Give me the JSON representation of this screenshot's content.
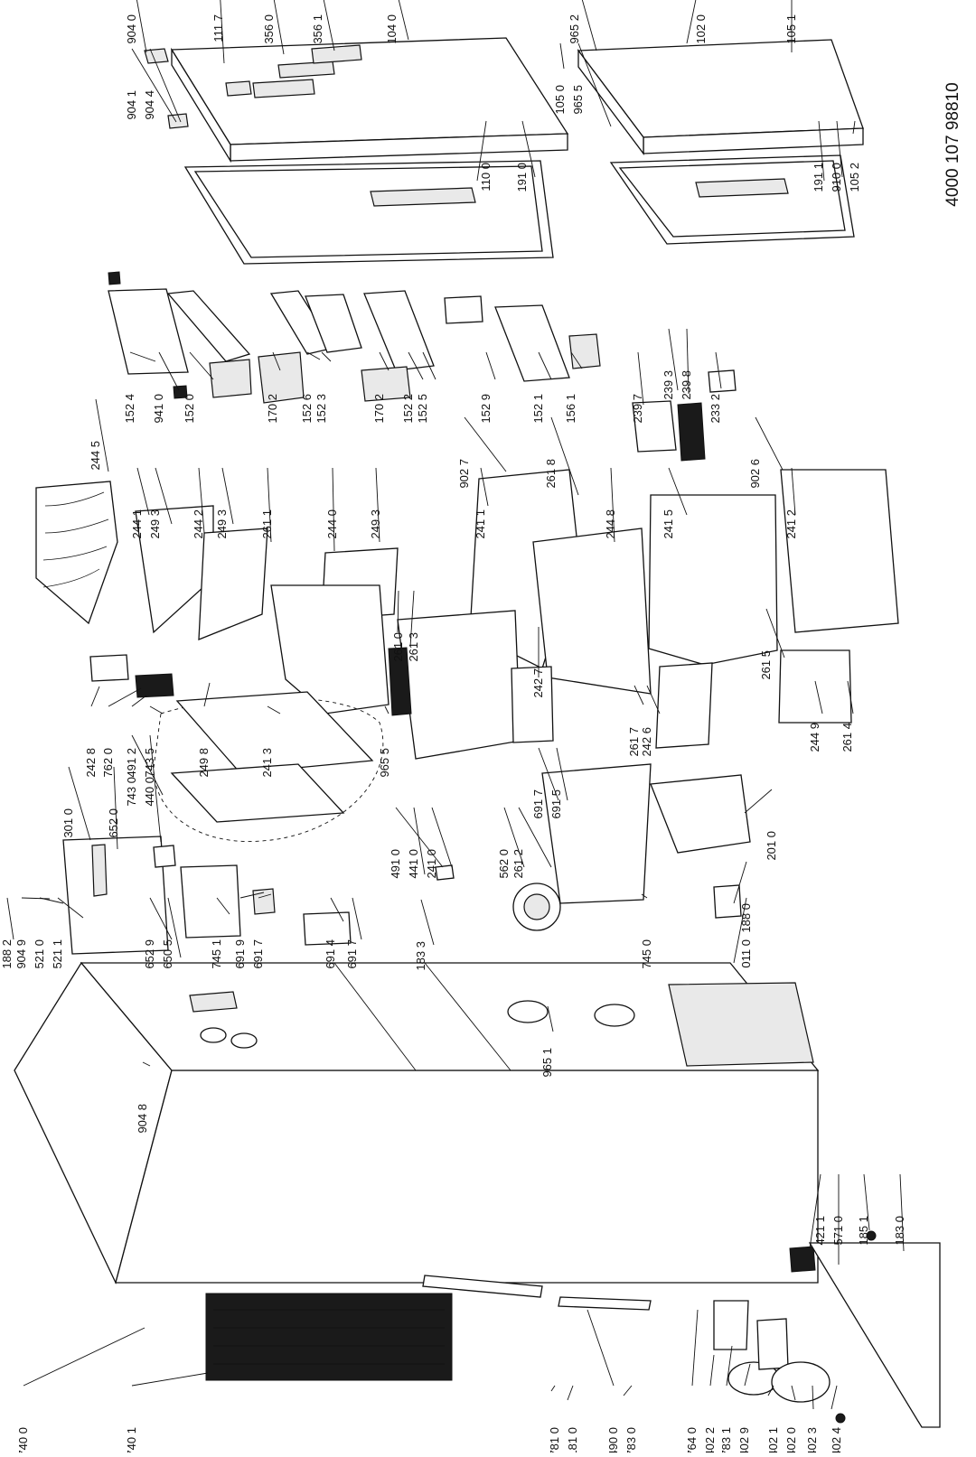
{
  "document_number": "4000 107 98810",
  "labels": [
    "740 0",
    "740 1",
    "781 0",
    "181 0",
    "490 0",
    "783 0",
    "764 0",
    "402 2",
    "783 1",
    "402 9",
    "402 1",
    "402 0",
    "402 3",
    "402 4",
    "421 1",
    "571 0",
    "185 1",
    "183 0",
    "188 2",
    "904 9",
    "521 0",
    "521 1",
    "652 9",
    "650 5",
    "301 0",
    "652 0",
    "743 0",
    "440 0",
    "745 1",
    "691 9",
    "691 7",
    "691 4",
    "691 7",
    "904 8",
    "183 3",
    "965 1",
    "011 0",
    "188 0",
    "491 0",
    "441 0",
    "241 0",
    "562 0",
    "261 2",
    "745 0",
    "691 7",
    "691 5",
    "201 0",
    "242 8",
    "762 0",
    "491 2",
    "743 5",
    "249 8",
    "241 3",
    "965 5",
    "261 0",
    "261 3",
    "244 5",
    "244 1",
    "249 3",
    "244 2",
    "249 3",
    "261 1",
    "244 0",
    "249 3",
    "241 1",
    "902 7",
    "261 8",
    "244 8",
    "242 7",
    "261 7",
    "242 6",
    "241 5",
    "902 6",
    "241 2",
    "261 5",
    "244 9",
    "261 4",
    "152 4",
    "941 0",
    "152 0",
    "170 2",
    "152 6",
    "152 3",
    "170 2",
    "152 2",
    "152 5",
    "152 9",
    "152 1",
    "156 1",
    "239 7",
    "239 3",
    "239 8",
    "233 2",
    "904 0",
    "904 1",
    "904 4",
    "111 7",
    "356 0",
    "356 1",
    "104 0",
    "110 0",
    "191 0",
    "965 2",
    "105 0",
    "965 5",
    "102 0",
    "105 1",
    "191 1",
    "910 0",
    "105 2"
  ]
}
